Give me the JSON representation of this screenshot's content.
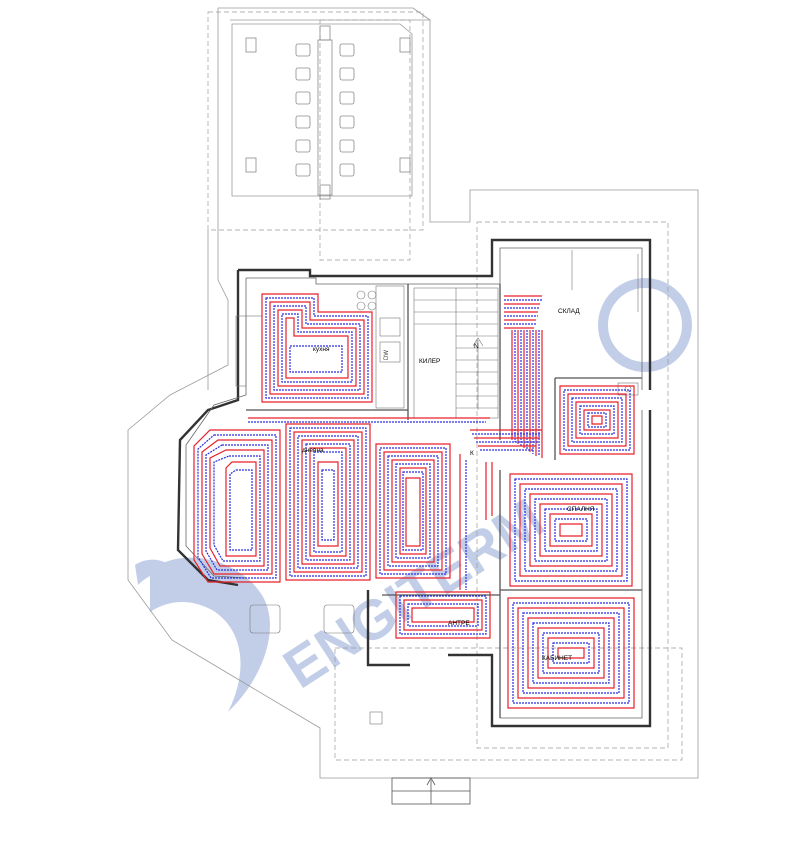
{
  "rooms": [
    {
      "id": "kitchen",
      "label": "кухня"
    },
    {
      "id": "pantry",
      "label": "КИЛЕР"
    },
    {
      "id": "storage",
      "label": "СКЛАД"
    },
    {
      "id": "living",
      "label": "дневна"
    },
    {
      "id": "bedroom",
      "label": "СПАЛНЯ"
    },
    {
      "id": "entrance",
      "label": "АНТРЕ"
    },
    {
      "id": "office",
      "label": "КАБИНЕТ"
    },
    {
      "id": "hall",
      "label": "К"
    }
  ],
  "dishwasher_label": "DW",
  "stair_label": "N",
  "watermark": {
    "text": "ENGITERM",
    "color": "#b8c6e4"
  },
  "pipes": {
    "supply_color": "#e8202a",
    "return_color": "#2b2fe0"
  }
}
